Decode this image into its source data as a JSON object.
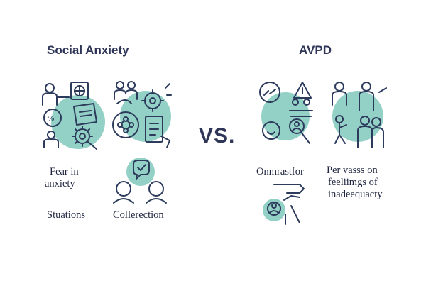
{
  "left": {
    "title": "Social Anxiety",
    "icon_group_1": [
      "person-presenting-icon",
      "gear-icon",
      "globe-icon"
    ],
    "icon_group_2": [
      "people-icon",
      "gear-icon",
      "flowchart-icon",
      "clipboard-icon"
    ],
    "label_1_line_1": "Fear in",
    "label_1_line_2": "anxiety",
    "label_2": "Stuations",
    "label_3": "Collerection",
    "speech_icon": "speech-bubble-check-icon"
  },
  "separator": "VS.",
  "right": {
    "title": "AVPD",
    "icon_group_1": [
      "link-icon",
      "warning-icon",
      "people-icon",
      "face-icon"
    ],
    "icon_group_2": [
      "people-icon",
      "walking-person-icon"
    ],
    "label_1": "Onmrastfor",
    "label_2_line_1": "Per vasss on",
    "label_2_line_2": "feeliimgs of",
    "label_2_line_3": "inadeequacty",
    "hand_icon": "hand-pointing-icon"
  },
  "colors": {
    "accent": "#93d1c6",
    "stroke": "#2c3a5c",
    "text": "#2e3557"
  }
}
